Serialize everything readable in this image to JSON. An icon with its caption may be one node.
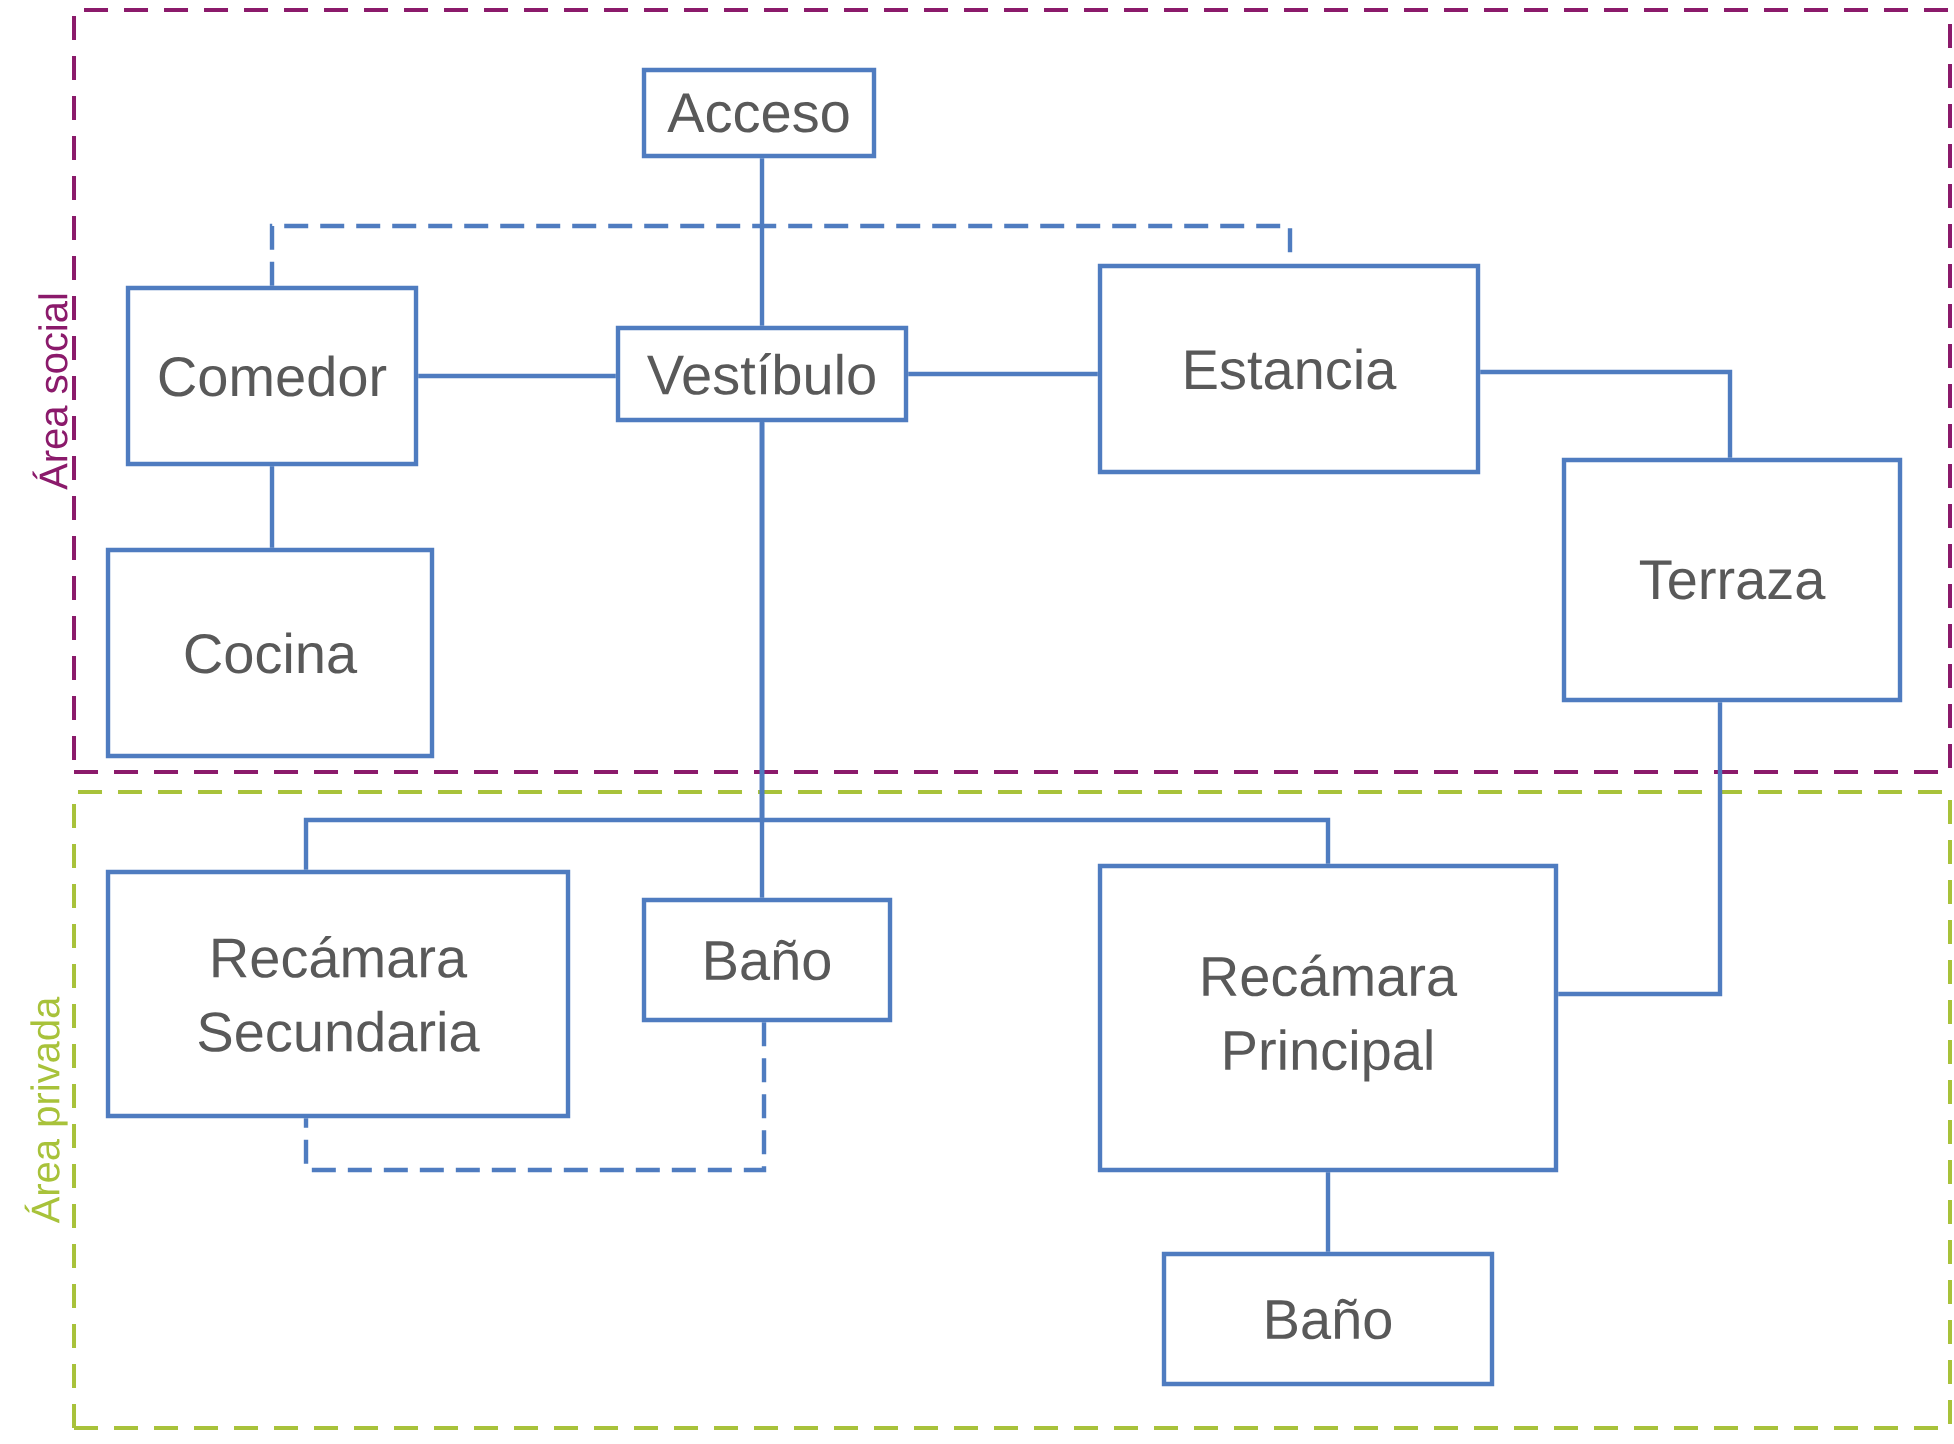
{
  "diagram": {
    "nodes": [
      {
        "text": [
          "Área social"
        ]
      },
      {
        "text": [
          "Área privada"
        ]
      },
      {
        "text": [
          "Acceso"
        ],
        "in": 0
      },
      {
        "text": [
          "Comedor"
        ],
        "in": 0
      },
      {
        "text": [
          "Vestíbulo"
        ],
        "in": 0
      },
      {
        "text": [
          "Estancia"
        ],
        "in": 0
      },
      {
        "text": [
          "Cocina"
        ],
        "in": 0
      },
      {
        "text": [
          "Terraza"
        ],
        "in": 0
      },
      {
        "text": [
          "Recámara Secundaria"
        ],
        "in": 1
      },
      {
        "text": [
          "Baño"
        ],
        "in": 1
      },
      {
        "text": [
          "Recámara Principal"
        ],
        "in": 1
      },
      {
        "text": [
          "Baño"
        ],
        "in": 1
      }
    ],
    "edges": [
      {
        "from": 2,
        "to": 4,
        "arrow": "none"
      },
      {
        "from": 3,
        "to": 4,
        "arrow": "none"
      },
      {
        "from": 4,
        "to": 5,
        "arrow": "none"
      },
      {
        "from": 3,
        "to": 5,
        "arrow": "none",
        "style": "dashed"
      },
      {
        "from": 3,
        "to": 6,
        "arrow": "none"
      },
      {
        "from": 5,
        "to": 7,
        "arrow": "none"
      },
      {
        "from": 4,
        "to": 8,
        "arrow": "none"
      },
      {
        "from": 4,
        "to": 9,
        "arrow": "none"
      },
      {
        "from": 4,
        "to": 10,
        "arrow": "none"
      },
      {
        "from": 7,
        "to": 10,
        "arrow": "none"
      },
      {
        "from": 10,
        "to": 11,
        "arrow": "none"
      },
      {
        "from": 9,
        "to": 8,
        "arrow": "none",
        "style": "dashed"
      }
    ]
  }
}
